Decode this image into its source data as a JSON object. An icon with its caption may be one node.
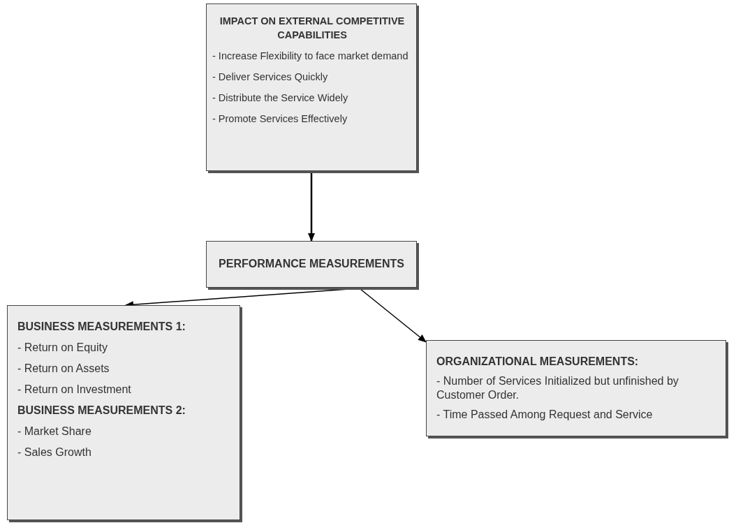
{
  "diagram": {
    "nodes": [
      {
        "text": [
          "IMPACT ON EXTERNAL COMPETITIVE CAPABILITIES",
          "- Increase Flexibility to face market demand",
          "- Deliver Services Quickly",
          "- Distribute the Service Widely",
          "- Promote Services Effectively"
        ]
      },
      {
        "text": [
          "PERFORMANCE MEASUREMENTS"
        ]
      },
      {
        "text": [
          "BUSINESS MEASUREMENTS 1:",
          "- Return on Equity",
          "- Return on Assets",
          "- Return on Investment",
          "BUSINESS MEASUREMENTS 2:",
          "- Market Share",
          "- Sales Growth"
        ]
      },
      {
        "text": [
          "ORGANIZATIONAL MEASUREMENTS:",
          "- Number of Services Initialized but unfinished by Customer Order.",
          "- Time Passed Among Request and Service"
        ]
      }
    ],
    "edges": [
      {
        "from": 0,
        "to": 1,
        "arrow": "to"
      },
      {
        "from": 1,
        "to": 2,
        "arrow": "to"
      },
      {
        "from": 1,
        "to": 3,
        "arrow": "to"
      }
    ]
  }
}
